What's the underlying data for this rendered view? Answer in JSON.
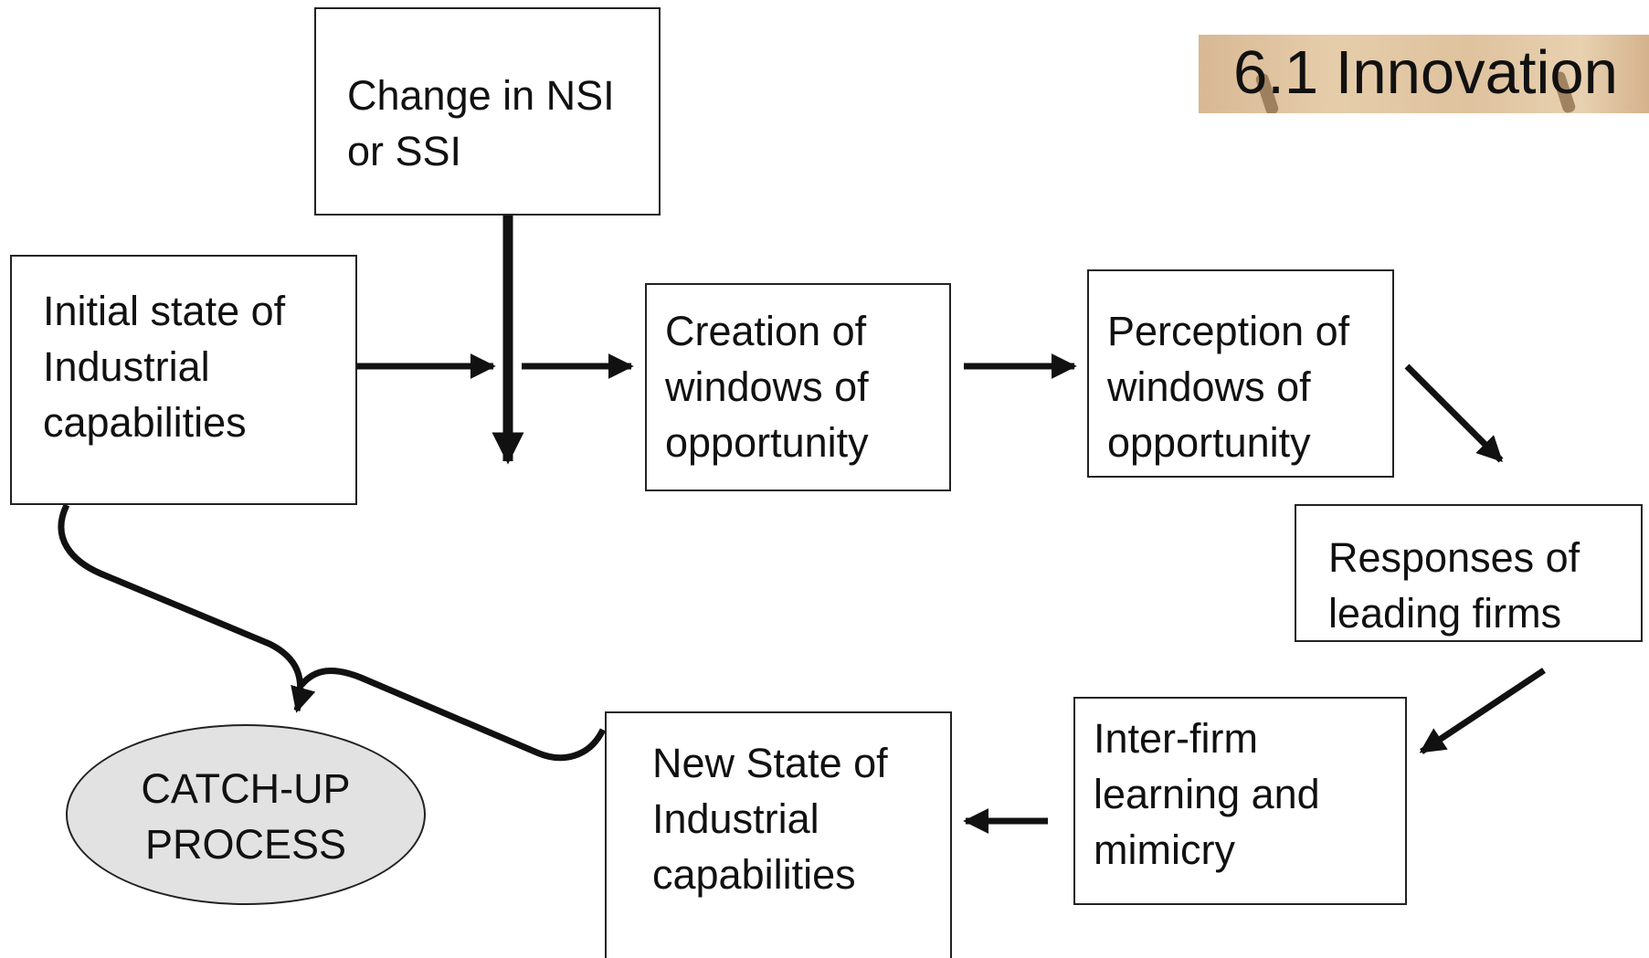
{
  "title": "6.1 Innovation",
  "nodes": {
    "nsi": "Change in NSI\nor SSI",
    "initial": "Initial state of\nIndustrial\ncapabilities",
    "creation": "Creation of\nwindows of\nopportunity",
    "perception": "Perception of\nwindows of\nopportunity",
    "responses": "Responses of\nleading firms",
    "interfirm": "Inter-firm\nlearning and\nmimicry",
    "newstate": "New State of\nIndustrial\ncapabilities",
    "catchup": "CATCH-UP\nPROCESS"
  }
}
